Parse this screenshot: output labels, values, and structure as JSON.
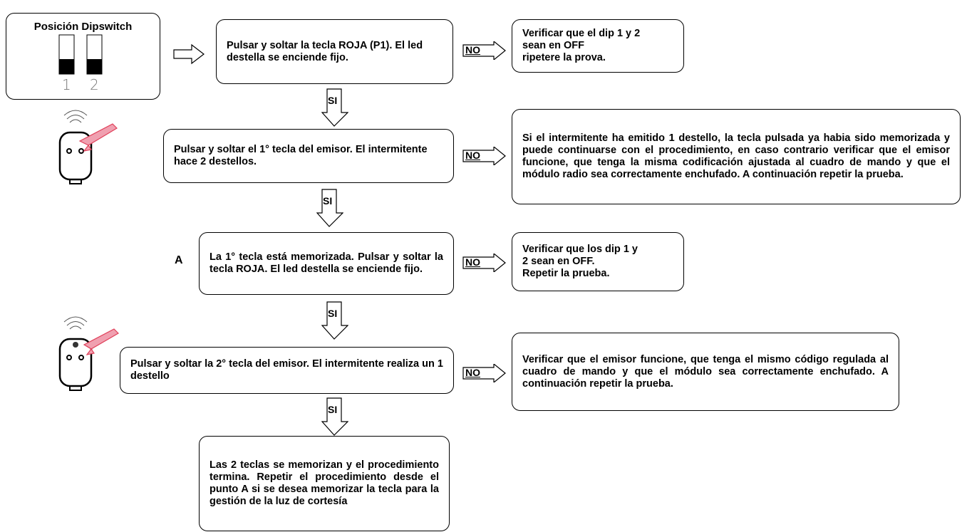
{
  "dipswitch": {
    "title": "Posición Dipswitch",
    "switch_labels": [
      "1",
      "2"
    ]
  },
  "steps": {
    "step1": "Pulsar y soltar la tecla ROJA (P1). El led destella se enciende fijo.",
    "step2": "Pulsar y soltar el 1° tecla del emisor. El intermitente hace 2 destellos.",
    "step3": "La 1° tecla está memorizada. Pulsar y soltar la tecla ROJA. El led destella se enciende fijo.",
    "step4": "Pulsar y soltar la 2° tecla del emisor. El intermitente realiza un 1 destello",
    "step5": "Las 2 teclas se memorizan y el procedimiento termina. Repetir el procedimiento desde el punto A si se desea memorizar la tecla para la gestión de la luz de cortesía"
  },
  "no_boxes": {
    "no1": "Verificar que el dip 1 y 2\nsean en OFF\nripetere la prova.",
    "no2": "Si el intermitente ha emitido 1 destello, la tecla pulsada ya habia sido memorizada y puede continuarse con el procedimiento, en caso contrario verificar que el emisor funcione, que tenga la misma codificación ajustada al cuadro de mando y que el módulo radio sea correctamente enchufado. A continuación repetir la prueba.",
    "no3": "Verificar que los dip 1 y\n2 sean en OFF.\nRepetir la prueba.",
    "no4": "Verificar que el emisor funcione, que tenga el mismo código regulada al cuadro de mando y que el módulo sea correctamente enchufado. A continuación repetir la prueba."
  },
  "labels": {
    "no": "NO",
    "si": "SI",
    "point_a": "A"
  },
  "colors": {
    "finger": "#f0a0b0",
    "finger_stroke": "#e0405a"
  }
}
